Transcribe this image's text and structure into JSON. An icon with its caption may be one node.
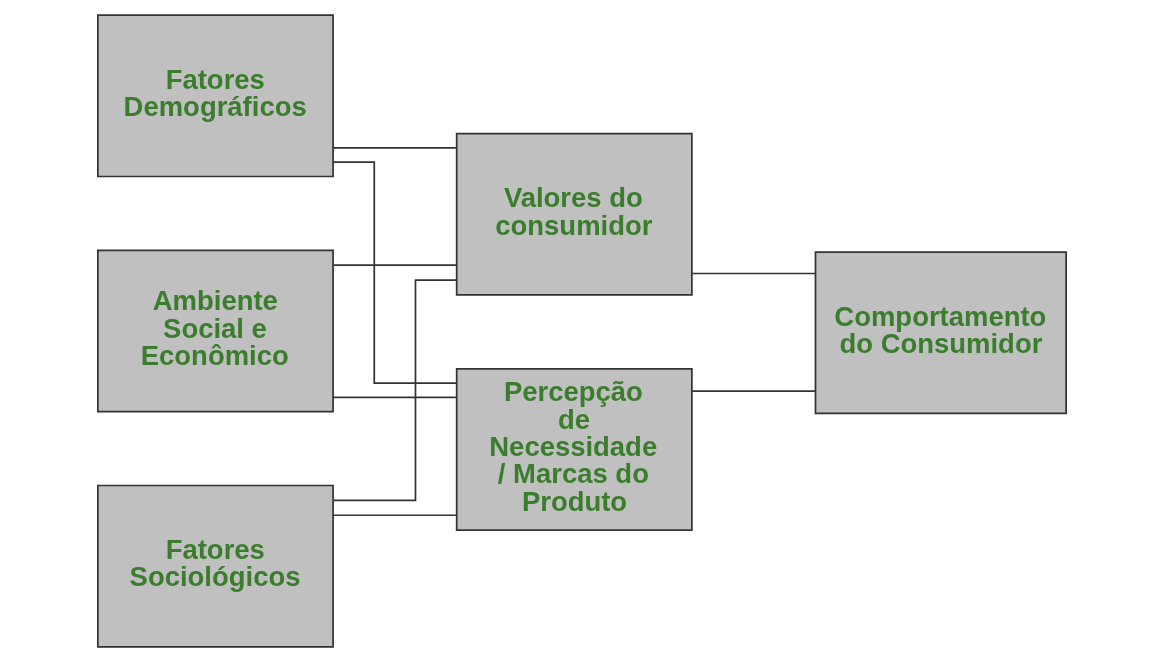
{
  "diagram": {
    "nodes": [
      {
        "text": [
          "Fatores Demográficos"
        ]
      },
      {
        "text": [
          "Ambiente Social e Econômico"
        ]
      },
      {
        "text": [
          "Fatores Sociológicos"
        ]
      },
      {
        "text": [
          "Valores do consumidor"
        ]
      },
      {
        "text": [
          "Percepção de Necessidade / Marcas do Produto"
        ]
      },
      {
        "text": [
          "Comportamento do Consumidor"
        ]
      }
    ],
    "edges": [
      {
        "from": 0,
        "to": 3,
        "arrow": "none"
      },
      {
        "from": 0,
        "to": 4,
        "arrow": "none"
      },
      {
        "from": 1,
        "to": 3,
        "arrow": "none"
      },
      {
        "from": 1,
        "to": 4,
        "arrow": "none"
      },
      {
        "from": 2,
        "to": 3,
        "arrow": "none"
      },
      {
        "from": 2,
        "to": 4,
        "arrow": "none"
      },
      {
        "from": 3,
        "to": 5,
        "arrow": "none"
      },
      {
        "from": 4,
        "to": 5,
        "arrow": "none"
      }
    ]
  }
}
